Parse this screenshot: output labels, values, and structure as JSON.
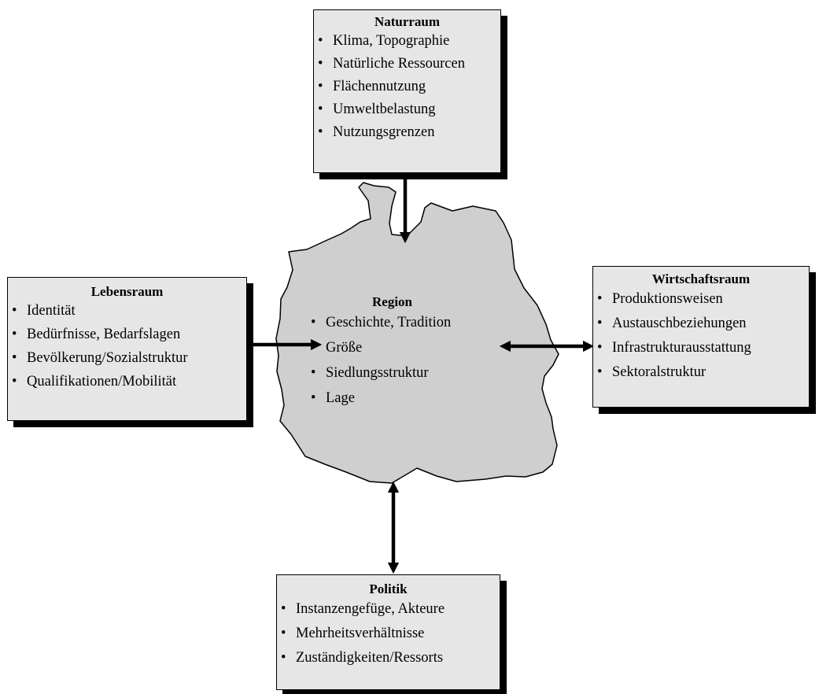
{
  "naturraum": {
    "title": "Naturraum",
    "items": [
      "Klima, Topographie",
      "Natürliche Ressourcen",
      "Flächennutzung",
      "Umweltbelastung",
      "Nutzungsgrenzen"
    ]
  },
  "lebensraum": {
    "title": "Lebensraum",
    "items": [
      "Identität",
      "Bedürfnisse, Bedarfslagen",
      "Bevölkerung/Sozialstruktur",
      "Qualifikationen/Mobilität"
    ]
  },
  "region": {
    "title": "Region",
    "items": [
      "Geschichte, Tradition",
      "Größe",
      "Siedlungsstruktur",
      "Lage"
    ]
  },
  "wirtschaftsraum": {
    "title": "Wirtschaftsraum",
    "items": [
      "Produktionsweisen",
      "Austauschbeziehungen",
      "Infrastrukturausstattung",
      "Sektoralstruktur"
    ]
  },
  "politik": {
    "title": "Politik",
    "items": [
      "Instanzengefüge, Akteure",
      "Mehrheitsverhältnisse",
      "Zuständigkeiten/Ressorts"
    ]
  },
  "colors": {
    "box_fill": "#e6e6e6",
    "region_fill": "#cfcfcf",
    "stroke": "#000000"
  }
}
